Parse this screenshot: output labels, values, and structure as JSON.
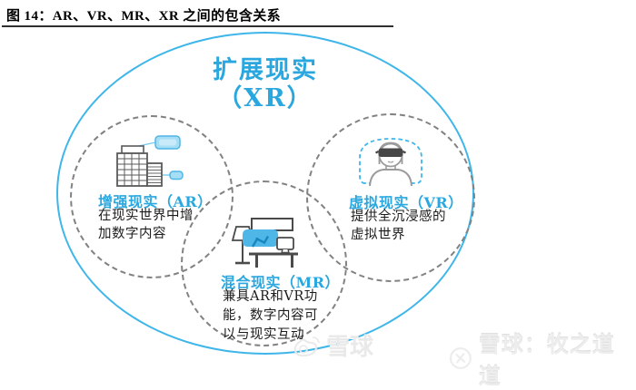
{
  "figure_header": {
    "title": "图 14：AR、VR、MR、XR 之间的包含关系"
  },
  "diagram": {
    "xr": {
      "name_line1": "扩展现实",
      "name_line2": "（XR）"
    },
    "ar": {
      "title": "增强现实（AR）",
      "desc_lines": [
        "在现实世界中增",
        "加数字内容"
      ],
      "icon": "buildings-with-ar-data-labels"
    },
    "vr": {
      "title": "虚拟现实（VR）",
      "desc_lines": [
        "提供全沉浸感的",
        "虚拟世界"
      ],
      "icon": "person-wearing-vr-headset"
    },
    "mr": {
      "title": "混合现实（MR）",
      "desc_lines": [
        "兼具AR和VR功",
        "能，数字内容可",
        "以与现实互动"
      ],
      "icon": "desk-lamp-monitor-hologram"
    }
  },
  "watermarks": {
    "center_text": "雪球",
    "right_text": "雪球：牧之道道"
  },
  "colors": {
    "ellipse_blue": "#3FB6EA",
    "title_blue": "#2AA7DF",
    "dashed_gray": "#828282",
    "body_text": "#1C1C1C",
    "icon_fill_blue": "#4FB6E8",
    "icon_light_blue": "#A6DEF5"
  }
}
